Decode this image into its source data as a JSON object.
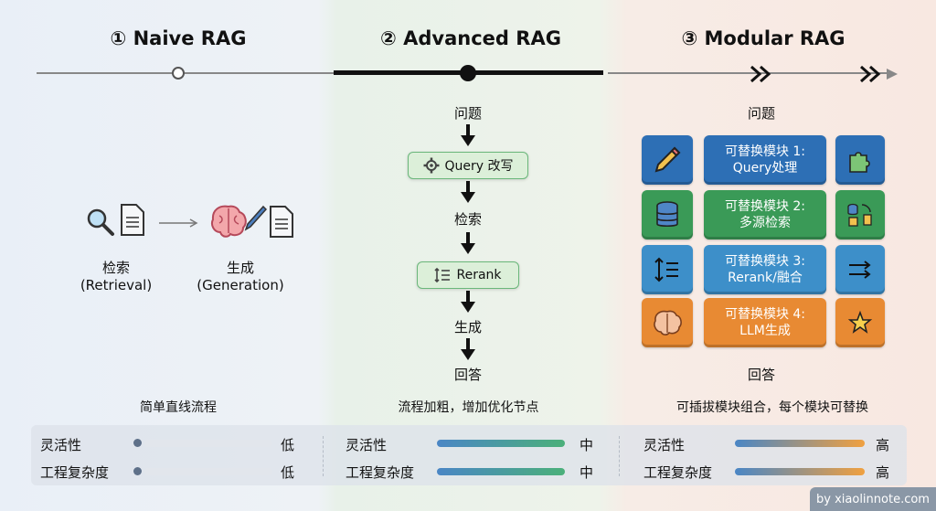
{
  "columns": {
    "naive": {
      "title": "① Naive RAG",
      "footnote": "简单直线流程"
    },
    "advanced": {
      "title": "② Advanced RAG",
      "footnote": "流程加粗，增加优化节点"
    },
    "modular": {
      "title": "③ Modular RAG",
      "footnote": "可插拔模块组合，每个模块可替换"
    }
  },
  "naive": {
    "retrieve": {
      "label": "检索",
      "sub": "(Retrieval)"
    },
    "generate": {
      "label": "生成",
      "sub": "(Generation)"
    }
  },
  "advanced": {
    "steps": [
      "问题",
      "检索",
      "生成",
      "回答"
    ],
    "query_rewrite": "Query 改写",
    "rerank": "Rerank"
  },
  "modular": {
    "question": "问题",
    "answer": "回答",
    "modules": [
      {
        "title": "可替换模块 1:",
        "desc": "Query处理",
        "color": "#2d6fb5"
      },
      {
        "title": "可替换模块 2:",
        "desc": "多源检索",
        "color": "#3a9a57"
      },
      {
        "title": "可替换模块 3:",
        "desc": "Rerank/融合",
        "color": "#3d8fc9"
      },
      {
        "title": "可替换模块 4:",
        "desc": "LLM生成",
        "color": "#e88a33"
      }
    ],
    "icons_left": [
      "pencil-icon",
      "database-icon",
      "sort-list-icon",
      "brain-icon"
    ],
    "icons_right": [
      "puzzle-icon",
      "multi-source-icon",
      "merge-arrows-icon",
      "star-icon"
    ]
  },
  "metrics": {
    "flex_label": "灵活性",
    "complexity_label": "工程复杂度",
    "naive": {
      "flex": "低",
      "complexity": "低"
    },
    "advanced": {
      "flex": "中",
      "complexity": "中"
    },
    "modular": {
      "flex": "高",
      "complexity": "高"
    }
  },
  "watermark": "by xiaolinnote.com"
}
